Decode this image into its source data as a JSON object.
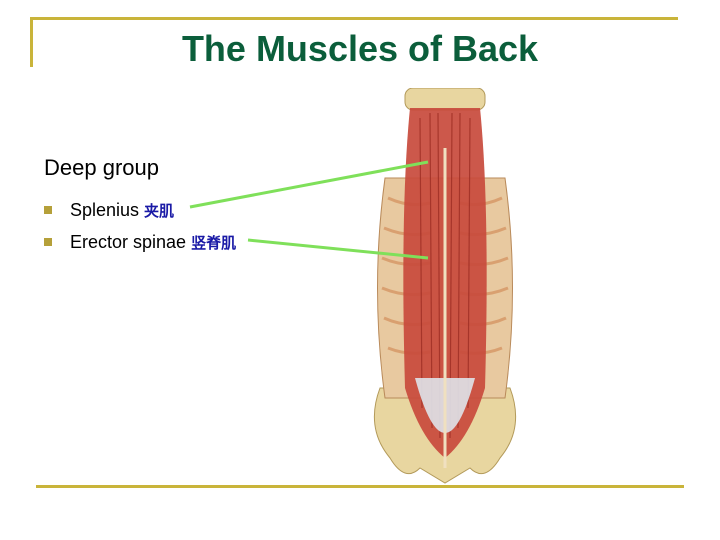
{
  "slide": {
    "title": "The Muscles of Back",
    "subheading": "Deep group",
    "items": [
      {
        "label": "Splenius",
        "cn": "夹肌"
      },
      {
        "label": "Erector spinae",
        "cn": "竖脊肌"
      }
    ]
  },
  "colors": {
    "title": "#0b5e3b",
    "frame": "#c9b43a",
    "bullet": "#b5a03a",
    "chinese_text": "#1a1aa6",
    "leader_line": "#7fe05a",
    "muscle": "#c84a3c",
    "bone": "#e8d6a0"
  }
}
